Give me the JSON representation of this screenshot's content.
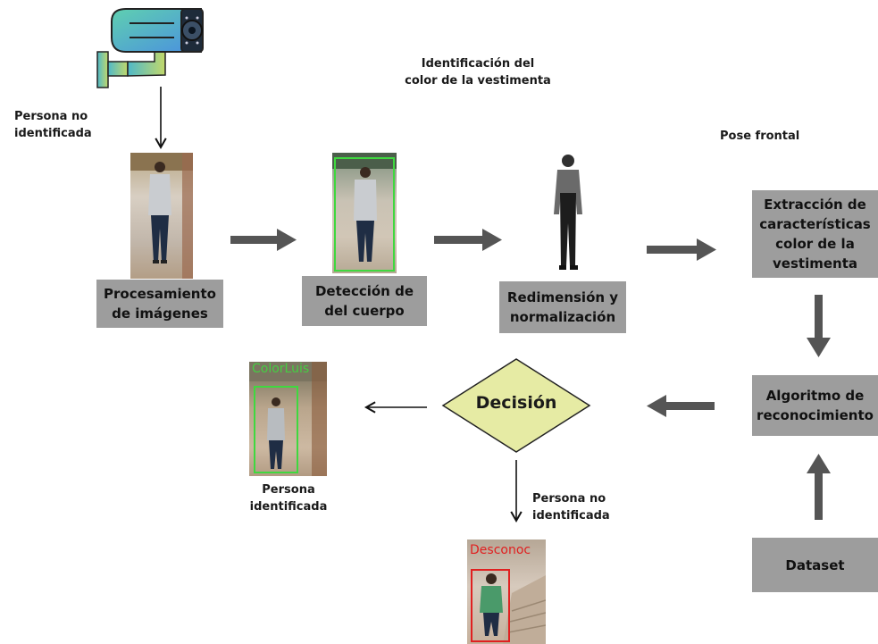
{
  "labels": {
    "persona_no_identificada_top": "Persona no\nidentificada",
    "identificacion_color": "Identificación del\ncolor de la vestimenta",
    "pose_frontal": "Pose frontal",
    "persona_identificada": "Persona\nidentificada",
    "persona_no_identificada_bottom": "Persona no\nidentificada"
  },
  "boxes": {
    "procesamiento": "Procesamiento\nde imágenes",
    "deteccion": "Detección de\ndel cuerpo",
    "redimension": "Redimensión y\nnormalización",
    "extraccion": "Extracción de\ncaracterísticas\ncolor de la\nvestimenta",
    "algoritmo": "Algoritmo de\nreconocimiento",
    "dataset": "Dataset"
  },
  "decision": "Decisión",
  "detection_tags": {
    "identified": "ColorLuis",
    "unknown": "Desconoc"
  },
  "colors": {
    "box_fill": "#9d9d9d",
    "diamond_fill": "#e6eba4",
    "arrow_gray": "#555555",
    "green_box": "#3fd83f",
    "red_box": "#e02020"
  }
}
